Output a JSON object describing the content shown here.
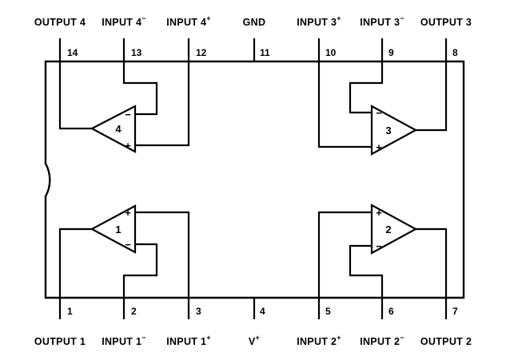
{
  "pins": [
    {
      "number": "1",
      "label": "OUTPUT 1",
      "sup": ""
    },
    {
      "number": "2",
      "label": "INPUT 1",
      "sup": "−"
    },
    {
      "number": "3",
      "label": "INPUT 1",
      "sup": "+"
    },
    {
      "number": "4",
      "label": "V",
      "sup": "+"
    },
    {
      "number": "5",
      "label": "INPUT 2",
      "sup": "+"
    },
    {
      "number": "6",
      "label": "INPUT 2",
      "sup": "−"
    },
    {
      "number": "7",
      "label": "OUTPUT 2",
      "sup": ""
    },
    {
      "number": "8",
      "label": "OUTPUT 3",
      "sup": ""
    },
    {
      "number": "9",
      "label": "INPUT 3",
      "sup": "−"
    },
    {
      "number": "10",
      "label": "INPUT 3",
      "sup": "+"
    },
    {
      "number": "11",
      "label": "GND",
      "sup": ""
    },
    {
      "number": "12",
      "label": "INPUT 4",
      "sup": "+"
    },
    {
      "number": "13",
      "label": "INPUT 4",
      "sup": "−"
    },
    {
      "number": "14",
      "label": "OUTPUT 4",
      "sup": ""
    }
  ],
  "amplifiers": [
    {
      "number": "1",
      "top_sign": "+",
      "bottom_sign": "−"
    },
    {
      "number": "2",
      "top_sign": "+",
      "bottom_sign": "−"
    },
    {
      "number": "3",
      "top_sign": "−",
      "bottom_sign": "+"
    },
    {
      "number": "4",
      "top_sign": "−",
      "bottom_sign": "+"
    }
  ]
}
